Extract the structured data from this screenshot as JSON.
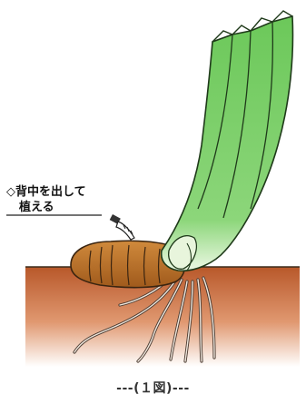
{
  "annotation": {
    "line1": "◇背中を出して",
    "line2": "植える"
  },
  "caption": "---(１図)---"
}
